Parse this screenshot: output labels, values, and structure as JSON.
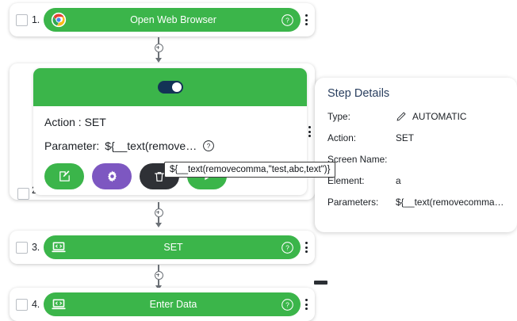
{
  "theme": {
    "green": "#3bb54a",
    "purple": "#7d57c1",
    "dark": "#2f3136",
    "toggle_on": "#133356",
    "heading_blue": "#2a3f5f",
    "page_bg": "#ffffff"
  },
  "steps": [
    {
      "number": "1.",
      "title": "Open Web Browser",
      "icon": "chrome-browser-icon",
      "help_icon": "help-circle-icon",
      "menu_icon": "kebab-menu-icon",
      "checkbox_checked": false
    },
    {
      "number": "2.",
      "expanded": true,
      "toggle_state": "on",
      "action_line": "Action : SET",
      "parameter_label": "Parameter:",
      "parameter_value": "${__text(remove…",
      "parameter_help_icon": "help-circle-icon",
      "buttons": [
        {
          "name": "edit-step-button",
          "icon": "edit-pencil-square-icon",
          "color": "green"
        },
        {
          "name": "settings-step-button",
          "icon": "gear-icon",
          "color": "purple"
        },
        {
          "name": "delete-step-button",
          "icon": "trash-icon",
          "color": "dark"
        },
        {
          "name": "run-step-button",
          "icon": "play-icon",
          "color": "green"
        }
      ],
      "menu_icon": "kebab-menu-icon",
      "checkbox_checked": false
    },
    {
      "number": "3.",
      "title": "SET",
      "icon": "laptop-code-icon",
      "help_icon": "help-circle-icon",
      "menu_icon": "kebab-menu-icon",
      "checkbox_checked": false
    },
    {
      "number": "4.",
      "title": "Enter Data",
      "icon": "laptop-code-icon",
      "help_icon": "help-circle-icon",
      "menu_icon": "kebab-menu-icon",
      "checkbox_checked": false
    }
  ],
  "tooltip": {
    "text": "${__text(removecomma,\"test,abc,text\")}"
  },
  "step_details": {
    "heading": "Step Details",
    "rows": [
      {
        "label": "Type:",
        "value": "AUTOMATIC",
        "icon": "pencil-icon"
      },
      {
        "label": "Action:",
        "value": "SET",
        "icon": ""
      },
      {
        "label": "Screen Name:",
        "value": "",
        "icon": ""
      },
      {
        "label": "Element:",
        "value": "a",
        "icon": ""
      },
      {
        "label": "Parameters:",
        "value": "${__text(removecomma…",
        "icon": ""
      }
    ]
  },
  "connectors": {
    "node_icon": "add-node-icon",
    "arrow_icon": "arrow-down-icon"
  },
  "misc": {
    "dash_mark": "horizontal-dash-marker"
  }
}
